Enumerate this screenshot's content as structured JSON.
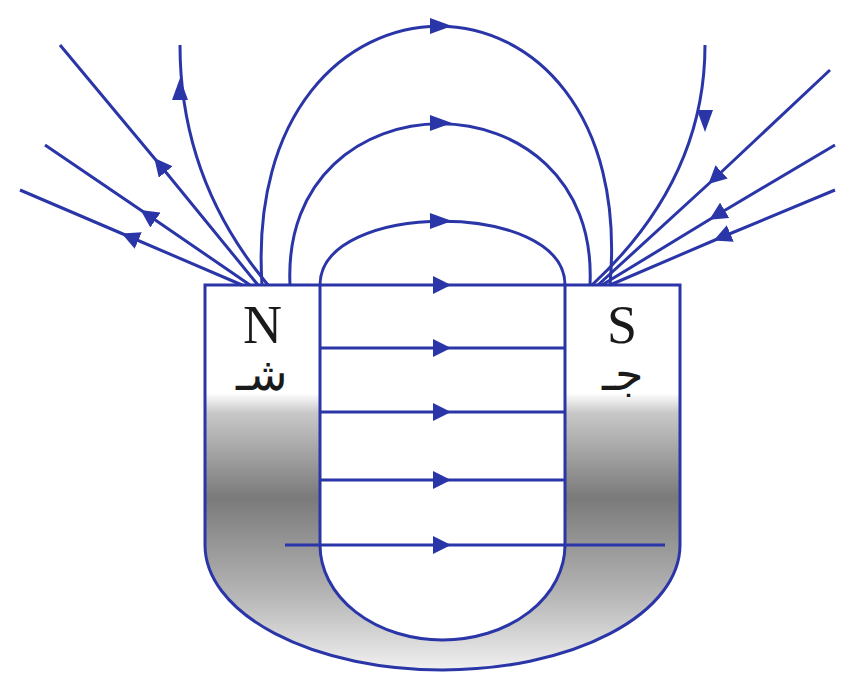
{
  "diagram": {
    "labels": [
      "N",
      "شـ",
      "S",
      "جـ"
    ]
  }
}
